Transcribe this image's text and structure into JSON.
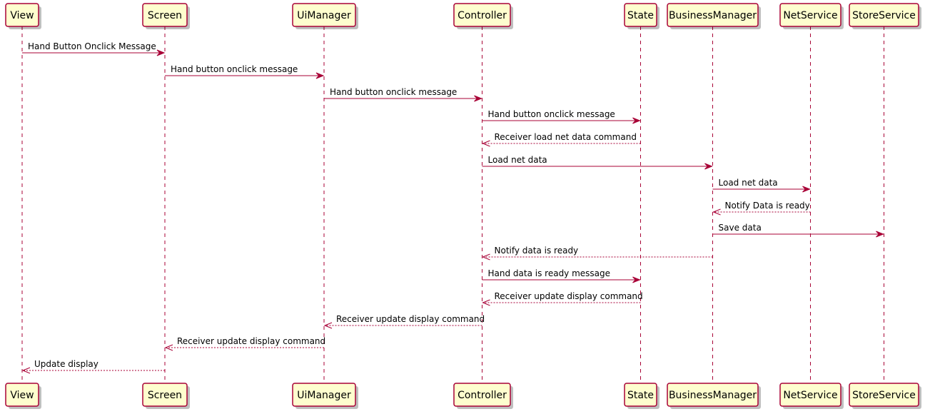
{
  "diagram": {
    "type": "sequence",
    "colors": {
      "participant_fill": "#FEFECE",
      "line": "#A80036",
      "background": "#FFFFFF"
    },
    "participants": [
      "View",
      "Screen",
      "UiManager",
      "Controller",
      "State",
      "BusinessManager",
      "NetService",
      "StoreService"
    ],
    "messages": [
      {
        "from": "View",
        "to": "Screen",
        "label": "Hand Button Onclick Message",
        "style": "sync"
      },
      {
        "from": "Screen",
        "to": "UiManager",
        "label": "Hand button onclick message",
        "style": "sync"
      },
      {
        "from": "UiManager",
        "to": "Controller",
        "label": "Hand button onclick message",
        "style": "sync"
      },
      {
        "from": "Controller",
        "to": "State",
        "label": "Hand button onclick message",
        "style": "sync"
      },
      {
        "from": "State",
        "to": "Controller",
        "label": "Receiver load net data command",
        "style": "reply"
      },
      {
        "from": "Controller",
        "to": "BusinessManager",
        "label": "Load net data",
        "style": "sync"
      },
      {
        "from": "BusinessManager",
        "to": "NetService",
        "label": "Load net data",
        "style": "sync"
      },
      {
        "from": "NetService",
        "to": "BusinessManager",
        "label": "Notify Data is ready",
        "style": "reply"
      },
      {
        "from": "BusinessManager",
        "to": "StoreService",
        "label": "Save data",
        "style": "sync"
      },
      {
        "from": "BusinessManager",
        "to": "Controller",
        "label": "Notify data is ready",
        "style": "reply"
      },
      {
        "from": "Controller",
        "to": "State",
        "label": "Hand data is ready message",
        "style": "sync"
      },
      {
        "from": "State",
        "to": "Controller",
        "label": "Receiver update display command",
        "style": "reply"
      },
      {
        "from": "Controller",
        "to": "UiManager",
        "label": "Receiver update display command",
        "style": "reply"
      },
      {
        "from": "UiManager",
        "to": "Screen",
        "label": "Receiver update display command",
        "style": "reply"
      },
      {
        "from": "Screen",
        "to": "View",
        "label": "Update display",
        "style": "reply"
      }
    ]
  }
}
